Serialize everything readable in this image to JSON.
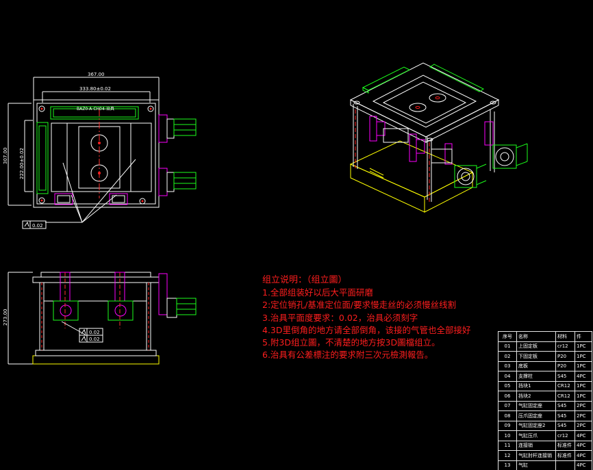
{
  "dimensions": {
    "top_width": "367.00",
    "inner_width": "333.80±0.02",
    "left_height": "307.00",
    "inner_height": "222.00±0.02",
    "side_height": "273.00"
  },
  "plate_label": "BAZ0-A-CH04-治具",
  "flatness_tags": {
    "top_view": "0.02",
    "front_a": "0.02",
    "front_b": "0.02"
  },
  "notes": {
    "title": "组立说明：（组立圖）",
    "lines": [
      "1.全部组装好以后大平面研磨",
      "2:定位销孔/基准定位面/要求慢走丝的必须慢丝线割",
      "3.治具平面度要求：0.02，治具必须刻字",
      "4.3D里倒角的地方请全部倒角，该接的气管也全部接好",
      "5.附3D组立圖，不清楚的地方按3D圖檔组立。",
      "6.治具有公差標注的要求附三次元檢測報告。"
    ]
  },
  "bom": {
    "headers": [
      "序号",
      "名称",
      "材料",
      "件"
    ],
    "rows": [
      [
        "01",
        "上固定板",
        "cr12",
        "1PC"
      ],
      [
        "02",
        "下固定板",
        "P20",
        "1PC"
      ],
      [
        "03",
        "底板",
        "P20",
        "1PC"
      ],
      [
        "04",
        "支撑柱",
        "S45",
        "4PC"
      ],
      [
        "05",
        "挡块1",
        "CR12",
        "1PC"
      ],
      [
        "06",
        "挡块2",
        "CR12",
        "1PC"
      ],
      [
        "07",
        "气缸固定座",
        "S45",
        "2PC"
      ],
      [
        "08",
        "压爪固定座",
        "S45",
        "2PC"
      ],
      [
        "09",
        "气缸固定座2",
        "S45",
        "2PC"
      ],
      [
        "10",
        "气缸压爪",
        "cr12",
        "4PC"
      ],
      [
        "11",
        "连接销",
        "标准件",
        "4PC"
      ],
      [
        "12",
        "气缸肘杆连接销",
        "标准件",
        "4PC"
      ],
      [
        "13",
        "气缸",
        "",
        "4PC"
      ]
    ]
  },
  "colors": {
    "background": "#000000",
    "outline": "#ffffff",
    "dimension": "#ffffff",
    "note_text": "#ff1e1e",
    "cylinder": "#1bff1b",
    "clamp": "#ff00ff",
    "base": "#ffff00",
    "pins": "#ff2020",
    "center_line": "#ff3030"
  }
}
